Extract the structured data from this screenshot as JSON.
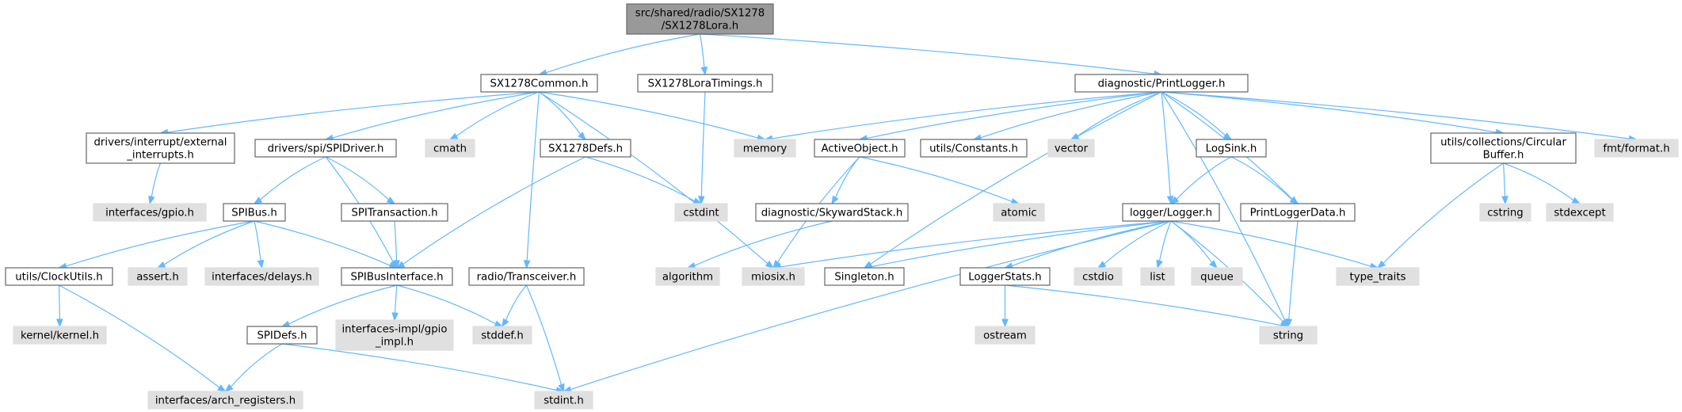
{
  "colors": {
    "edge": "#63b8ff",
    "root_fill": "#999999",
    "local_fill": "#ffffff",
    "system_fill": "#e0e0e0",
    "border": "#666666"
  },
  "nodes": {
    "root": [
      "src/shared/radio/SX1278",
      "/SX1278Lora.h"
    ],
    "sx1278common": [
      "SX1278Common.h"
    ],
    "sx1278loratimings": [
      "SX1278LoraTimings.h"
    ],
    "printlogger": [
      "diagnostic/PrintLogger.h"
    ],
    "external_interrupts": [
      "drivers/interrupt/external",
      "_interrupts.h"
    ],
    "spidriver": [
      "drivers/spi/SPIDriver.h"
    ],
    "cmath": [
      "cmath"
    ],
    "sx1278defs": [
      "SX1278Defs.h"
    ],
    "memory": [
      "memory"
    ],
    "activeobject": [
      "ActiveObject.h"
    ],
    "constants": [
      "utils/Constants.h"
    ],
    "vector": [
      "vector"
    ],
    "logsink": [
      "LogSink.h"
    ],
    "circularbuffer": [
      "utils/collections/Circular",
      "Buffer.h"
    ],
    "fmtformat": [
      "fmt/format.h"
    ],
    "gpio": [
      "interfaces/gpio.h"
    ],
    "spibus": [
      "SPIBus.h"
    ],
    "spitransaction": [
      "SPITransaction.h"
    ],
    "cstdint": [
      "cstdint"
    ],
    "skywardstack": [
      "diagnostic/SkywardStack.h"
    ],
    "atomic": [
      "atomic"
    ],
    "logger": [
      "logger/Logger.h"
    ],
    "printloggerdata": [
      "PrintLoggerData.h"
    ],
    "cstring": [
      "cstring"
    ],
    "stdexcept": [
      "stdexcept"
    ],
    "clockutils": [
      "utils/ClockUtils.h"
    ],
    "asserth": [
      "assert.h"
    ],
    "delays": [
      "interfaces/delays.h"
    ],
    "spibusinterface": [
      "SPIBusInterface.h"
    ],
    "transceiver": [
      "radio/Transceiver.h"
    ],
    "algorithm": [
      "algorithm"
    ],
    "miosix": [
      "miosix.h"
    ],
    "singleton": [
      "Singleton.h"
    ],
    "loggerstats": [
      "LoggerStats.h"
    ],
    "cstdio": [
      "cstdio"
    ],
    "list": [
      "list"
    ],
    "queue": [
      "queue"
    ],
    "type_traits": [
      "type_traits"
    ],
    "kernel": [
      "kernel/kernel.h"
    ],
    "spidefs": [
      "SPIDefs.h"
    ],
    "gpio_impl": [
      "interfaces-impl/gpio",
      "_impl.h"
    ],
    "stddef": [
      "stddef.h"
    ],
    "ostream": [
      "ostream"
    ],
    "string": [
      "string"
    ],
    "arch_registers": [
      "interfaces/arch_registers.h"
    ],
    "stdint": [
      "stdint.h"
    ]
  },
  "edges": [
    [
      "root",
      "sx1278common"
    ],
    [
      "root",
      "sx1278loratimings"
    ],
    [
      "root",
      "printlogger"
    ],
    [
      "sx1278common",
      "external_interrupts"
    ],
    [
      "sx1278common",
      "spidriver"
    ],
    [
      "sx1278common",
      "cmath"
    ],
    [
      "sx1278common",
      "sx1278defs"
    ],
    [
      "sx1278common",
      "memory"
    ],
    [
      "sx1278common",
      "transceiver"
    ],
    [
      "sx1278common",
      "miosix"
    ],
    [
      "sx1278loratimings",
      "cstdint"
    ],
    [
      "printlogger",
      "memory"
    ],
    [
      "printlogger",
      "activeobject"
    ],
    [
      "printlogger",
      "constants"
    ],
    [
      "printlogger",
      "vector"
    ],
    [
      "printlogger",
      "logsink"
    ],
    [
      "printlogger",
      "circularbuffer"
    ],
    [
      "printlogger",
      "fmtformat"
    ],
    [
      "printlogger",
      "logger"
    ],
    [
      "printlogger",
      "printloggerdata"
    ],
    [
      "printlogger",
      "singleton"
    ],
    [
      "printlogger",
      "string"
    ],
    [
      "external_interrupts",
      "gpio"
    ],
    [
      "spidriver",
      "spibus"
    ],
    [
      "spidriver",
      "spitransaction"
    ],
    [
      "spidriver",
      "spibusinterface"
    ],
    [
      "sx1278defs",
      "cstdint"
    ],
    [
      "sx1278defs",
      "spibusinterface"
    ],
    [
      "activeobject",
      "skywardstack"
    ],
    [
      "activeobject",
      "atomic"
    ],
    [
      "activeobject",
      "miosix"
    ],
    [
      "logsink",
      "logger"
    ],
    [
      "logsink",
      "printloggerdata"
    ],
    [
      "circularbuffer",
      "cstring"
    ],
    [
      "circularbuffer",
      "stdexcept"
    ],
    [
      "circularbuffer",
      "type_traits"
    ],
    [
      "spibus",
      "clockutils"
    ],
    [
      "spibus",
      "asserth"
    ],
    [
      "spibus",
      "delays"
    ],
    [
      "spibus",
      "spibusinterface"
    ],
    [
      "spitransaction",
      "spibusinterface"
    ],
    [
      "skywardstack",
      "algorithm"
    ],
    [
      "logger",
      "miosix"
    ],
    [
      "logger",
      "singleton"
    ],
    [
      "logger",
      "loggerstats"
    ],
    [
      "logger",
      "cstdio"
    ],
    [
      "logger",
      "list"
    ],
    [
      "logger",
      "queue"
    ],
    [
      "logger",
      "type_traits"
    ],
    [
      "logger",
      "string"
    ],
    [
      "logger",
      "stdint"
    ],
    [
      "printloggerdata",
      "string"
    ],
    [
      "clockutils",
      "kernel"
    ],
    [
      "clockutils",
      "arch_registers"
    ],
    [
      "spibusinterface",
      "spidefs"
    ],
    [
      "spibusinterface",
      "gpio_impl"
    ],
    [
      "spibusinterface",
      "stddef"
    ],
    [
      "transceiver",
      "stddef"
    ],
    [
      "transceiver",
      "stdint"
    ],
    [
      "loggerstats",
      "ostream"
    ],
    [
      "loggerstats",
      "string"
    ],
    [
      "spidefs",
      "arch_registers"
    ],
    [
      "spidefs",
      "stdint"
    ]
  ]
}
